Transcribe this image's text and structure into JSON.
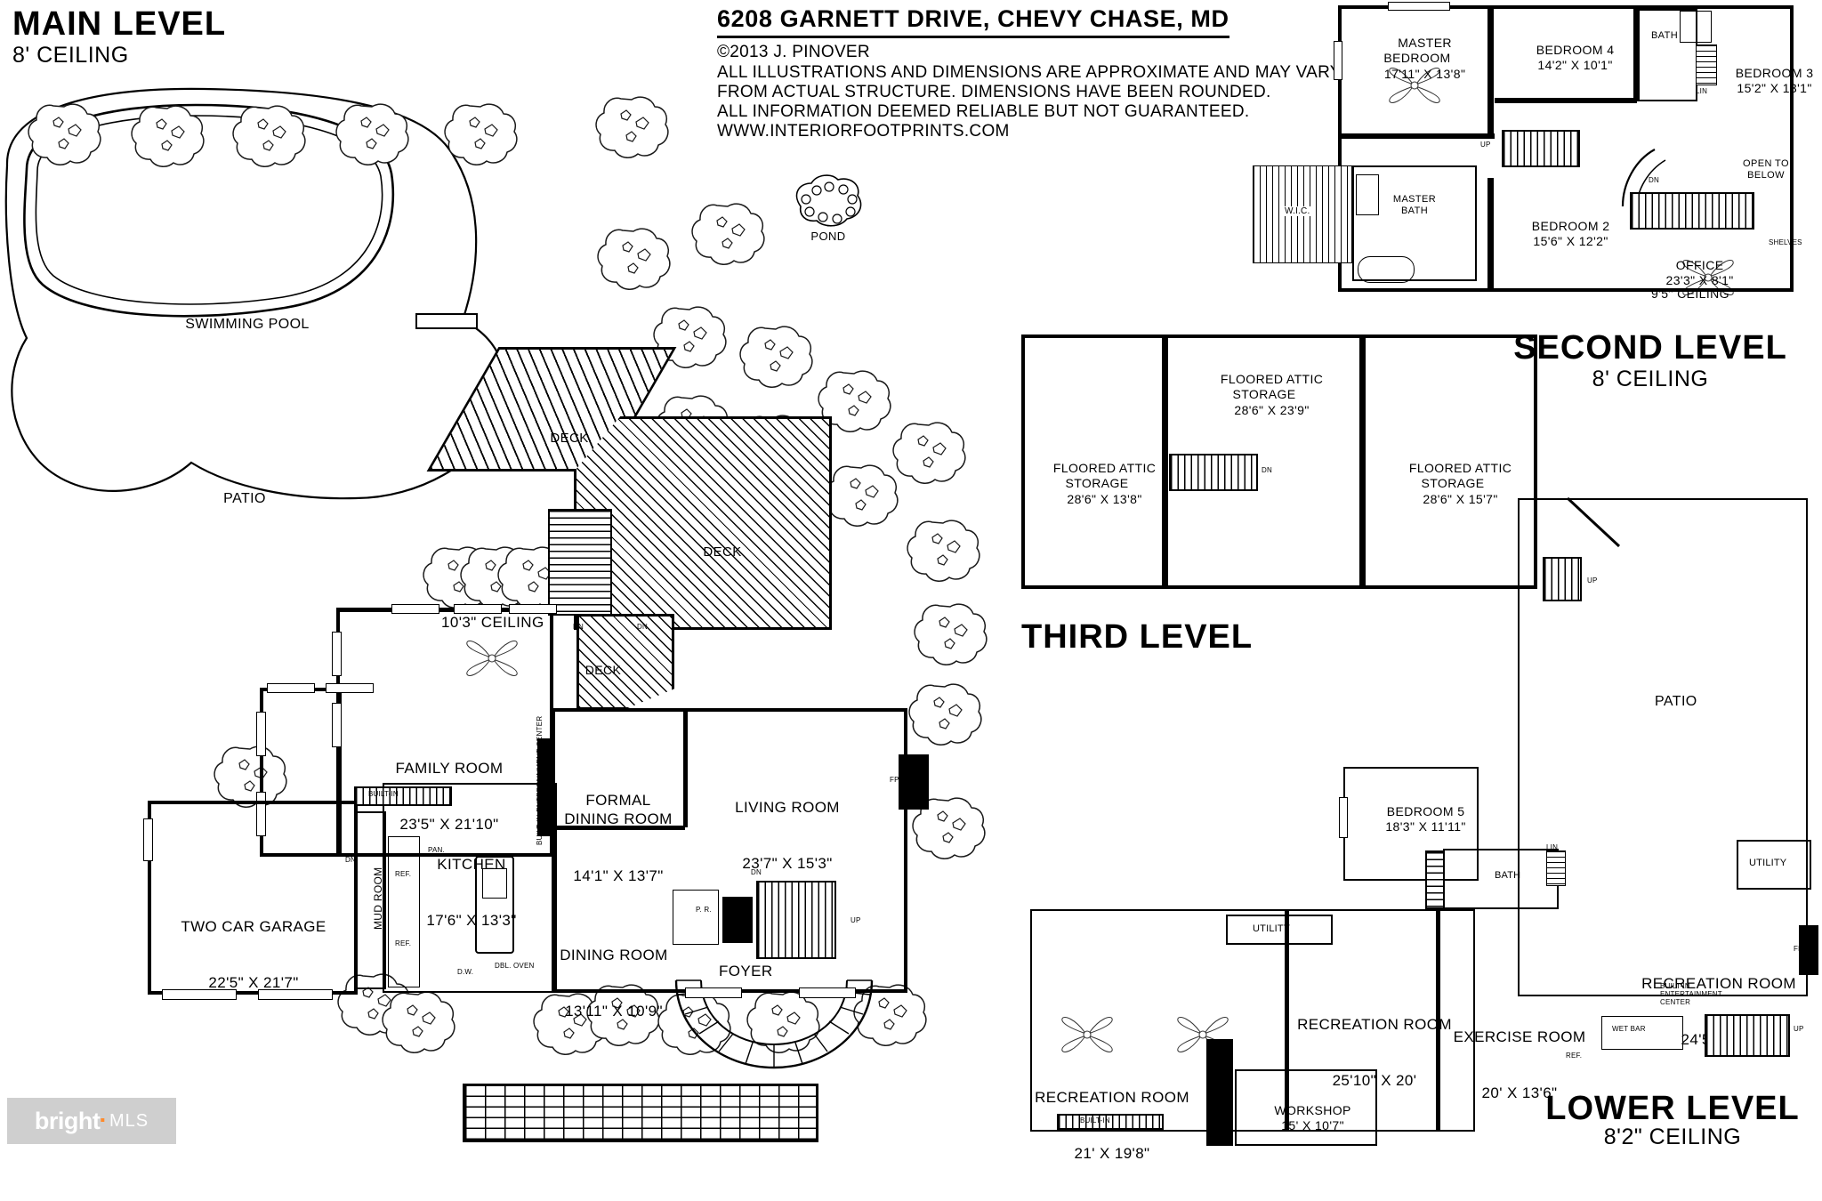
{
  "header": {
    "title": "6208 GARNETT DRIVE, CHEVY CHASE, MD",
    "copyright": "©2013 J. PINOVER",
    "disclaimer_line1": "ALL ILLUSTRATIONS AND DIMENSIONS ARE APPROXIMATE AND MAY VARY",
    "disclaimer_line2": "FROM ACTUAL STRUCTURE. DIMENSIONS HAVE BEEN ROUNDED.",
    "disclaimer_line3": "ALL INFORMATION DEEMED RELIABLE BUT NOT GUARANTEED.",
    "website": "WWW.INTERIORFOOTPRINTS.COM"
  },
  "levels": {
    "main": {
      "title": "MAIN LEVEL",
      "ceiling": "8' CEILING"
    },
    "second": {
      "title": "SECOND LEVEL",
      "ceiling": "8' CEILING"
    },
    "third": {
      "title": "THIRD LEVEL",
      "ceiling": ""
    },
    "lower": {
      "title": "LOWER LEVEL",
      "ceiling": "8'2\" CEILING"
    }
  },
  "main_level": {
    "exterior": {
      "pool": "SWIMMING POOL",
      "patio": "PATIO",
      "pond": "POND"
    },
    "decks": [
      {
        "label": "DECK"
      },
      {
        "label": "DECK"
      },
      {
        "label": "DECK"
      }
    ],
    "rooms": [
      {
        "name": "FAMILY ROOM",
        "dim": "23'5\" X 21'10\""
      },
      {
        "name": "FORMAL\nDINING ROOM",
        "dim": "14'1\" X 13'7\""
      },
      {
        "name": "LIVING ROOM",
        "dim": "23'7\" X 15'3\""
      },
      {
        "name": "KITCHEN",
        "dim": "17'6\" X 13'3\""
      },
      {
        "name": "DINING ROOM",
        "dim": "13'11\" X 10'9\""
      },
      {
        "name": "TWO CAR GARAGE",
        "dim": "22'5\" X 21'7\""
      },
      {
        "name": "FOYER",
        "dim": ""
      },
      {
        "name": "MUD ROOM",
        "dim": ""
      }
    ],
    "notes": [
      "10'3\" CEILING",
      "BUILT-IN",
      "BUILT-IN ENTERTAINMENT CENTER",
      "FP",
      "DN",
      "UP",
      "PAN.",
      "REF.",
      "REF.",
      "D.W.",
      "DBL. OVEN",
      "P. R."
    ]
  },
  "second_level": {
    "rooms": [
      {
        "name": "MASTER\nBEDROOM",
        "dim": "17'11\" X 13'8\""
      },
      {
        "name": "BEDROOM 4",
        "dim": "14'2\" X 10'1\""
      },
      {
        "name": "BEDROOM 3",
        "dim": "15'2\" X 13'1\""
      },
      {
        "name": "BEDROOM 2",
        "dim": "15'6\" X 12'2\""
      },
      {
        "name": "OFFICE",
        "dim": "23'3\" X 8'1\""
      }
    ],
    "notes": [
      "W.I.C.",
      "MASTER\nBATH",
      "BATH",
      "LIN",
      "LIN",
      "OPEN TO\nBELOW",
      "SHELVES",
      "9'5\" CEILING",
      "UP",
      "DN",
      "DN"
    ]
  },
  "third_level": {
    "rooms": [
      {
        "name": "FLOORED ATTIC\nSTORAGE",
        "dim": "28'6\" X 13'8\""
      },
      {
        "name": "FLOORED ATTIC\nSTORAGE",
        "dim": "28'6\" X 23'9\""
      },
      {
        "name": "FLOORED ATTIC\nSTORAGE",
        "dim": "28'6\" X 15'7\""
      }
    ],
    "notes": [
      "DN"
    ]
  },
  "lower_level": {
    "rooms": [
      {
        "name": "BEDROOM 5",
        "dim": "18'3\" X 11'11\""
      },
      {
        "name": "RECREATION ROOM",
        "dim": "24'5\" X 24'"
      },
      {
        "name": "RECREATION ROOM",
        "dim": "25'10\" X 20'"
      },
      {
        "name": "RECREATION ROOM",
        "dim": "21' X 19'8\""
      },
      {
        "name": "EXERCISE ROOM",
        "dim": "20' X 13'6\""
      },
      {
        "name": "WORKSHOP",
        "dim": "15' X 10'7\""
      }
    ],
    "notes": [
      "PATIO",
      "UTILITY",
      "UTILITY",
      "BATH",
      "LIN",
      "WET BAR",
      "REF.",
      "BUILT-IN",
      "BUILT-IN\nENTERTAINMENT CENTER",
      "FP",
      "UP",
      "UP"
    ]
  },
  "watermark": {
    "brand": "bright",
    "suffix": "MLS"
  },
  "colors": {
    "ink": "#000000",
    "paper": "#ffffff",
    "watermark_bg": "#cfcfcf",
    "watermark_fg": "#ffffff",
    "watermark_accent": "#ff8a2b"
  }
}
